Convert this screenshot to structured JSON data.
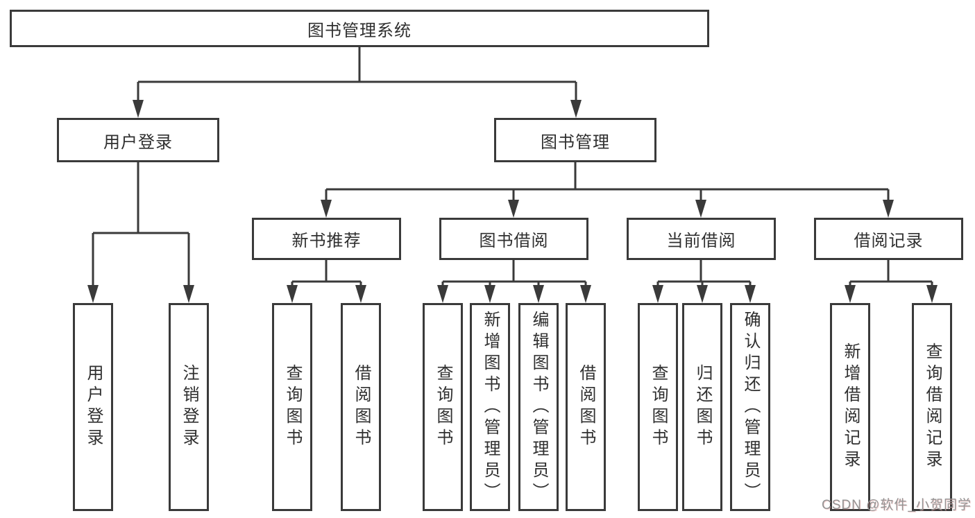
{
  "page": {
    "watermark": "CSDN @软件_小贺同学"
  },
  "colors": {
    "line": "#3a3a3a",
    "box_border": "#3a3a3a",
    "box_background": "#ffffff",
    "text": "#2f2f2f",
    "watermark": "#949494",
    "page_background": "#ffffff"
  },
  "tree": {
    "root": {
      "label": "图书管理系统"
    },
    "branches": [
      {
        "label": "用户登录",
        "leaves": [
          "用户登录",
          "注销登录"
        ]
      },
      {
        "label": "图书管理",
        "groups": [
          {
            "label": "新书推荐",
            "leaves": [
              "查询图书",
              "借阅图书"
            ]
          },
          {
            "label": "图书借阅",
            "leaves": [
              "查询图书",
              "新增图书（管理员）",
              "编辑图书（管理员）",
              "借阅图书"
            ]
          },
          {
            "label": "当前借阅",
            "leaves": [
              "查询图书",
              "归还图书",
              "确认归还（管理员）"
            ]
          },
          {
            "label": "借阅记录",
            "leaves": [
              "新增借阅记录",
              "查询借阅记录"
            ]
          }
        ]
      }
    ]
  }
}
